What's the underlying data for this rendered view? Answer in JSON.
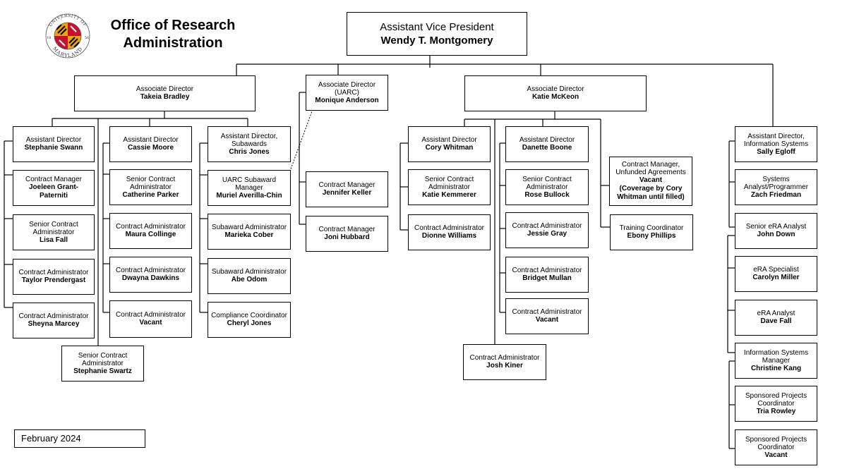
{
  "header": {
    "org_title": "Office of Research\nAdministration",
    "seal_text": "UNIVERSITY OF MARYLAND"
  },
  "footer": {
    "date": "February 2024"
  },
  "colors": {
    "seal_red": "#c8102e",
    "seal_gold": "#e8a317",
    "line": "#000000"
  },
  "chart": {
    "avp": {
      "title": "Assistant Vice President",
      "name": "Wendy T. Montgomery"
    },
    "bradley": {
      "head": {
        "title": "Associate Director",
        "name": "Takeia Bradley"
      },
      "col1": [
        {
          "title": "Assistant Director",
          "name": "Stephanie Swann"
        },
        {
          "title": "Contract Manager",
          "name": "Joeleen Grant-Paterniti"
        },
        {
          "title": "Senior Contract\nAdministrator",
          "name": "Lisa Fall"
        },
        {
          "title": "Contract Administrator",
          "name": "Taylor Prendergast"
        },
        {
          "title": "Contract Administrator",
          "name": "Sheyna Marcey"
        }
      ],
      "col2": [
        {
          "title": "Assistant Director",
          "name": "Cassie Moore"
        },
        {
          "title": "Senior Contract\nAdministrator",
          "name": "Catherine Parker"
        },
        {
          "title": "Contract Administrator",
          "name": "Maura Collinge"
        },
        {
          "title": "Contract Administrator",
          "name": "Dwayna Dawkins"
        },
        {
          "title": "Contract Administrator",
          "name": "Vacant"
        }
      ],
      "col3": [
        {
          "title": "Assistant Director,\nSubawards",
          "name": "Chris Jones"
        },
        {
          "title": "UARC Subaward\nManager",
          "name": "Muriel Averilla-Chin"
        },
        {
          "title": "Subaward Administrator",
          "name": "Marieka Cober"
        },
        {
          "title": "Subaward Administrator",
          "name": "Abe Odom"
        },
        {
          "title": "Compliance Coordinator",
          "name": "Cheryl Jones"
        }
      ],
      "extra": {
        "title": "Senior Contract\nAdministrator",
        "name": "Stephanie Swartz"
      }
    },
    "uarc": {
      "head": {
        "title": "Associate Director\n(UARC)",
        "name": "Monique Anderson"
      },
      "staff": [
        {
          "title": "Contract Manager",
          "name": "Jennifer Keller"
        },
        {
          "title": "Contract Manager",
          "name": "Joni Hubbard"
        }
      ]
    },
    "mckeon": {
      "head": {
        "title": "Associate Director",
        "name": "Katie McKeon"
      },
      "col1": [
        {
          "title": "Assistant Director",
          "name": "Cory Whitman"
        },
        {
          "title": "Senior Contract\nAdministrator",
          "name": "Katie Kemmerer"
        },
        {
          "title": "Contract Administrator",
          "name": "Dionne Williams"
        }
      ],
      "col2": [
        {
          "title": "Assistant Director",
          "name": "Danette Boone"
        },
        {
          "title": "Senior Contract\nAdministrator",
          "name": "Rose Bullock"
        },
        {
          "title": "Contract Administrator",
          "name": "Jessie Gray"
        },
        {
          "title": "Contract Administrator",
          "name": "Bridget Mullan"
        },
        {
          "title": "Contract Administrator",
          "name": "Vacant"
        }
      ],
      "col3": [
        {
          "title": "Contract Manager,\nUnfunded Agreements",
          "name": "Vacant\n(Coverage by Cory\nWhitman until filled)"
        },
        {
          "title": "Training Coordinator",
          "name": "Ebony Phillips"
        }
      ],
      "extra": {
        "title": "Contract Administrator",
        "name": "Josh Kiner"
      }
    },
    "is": {
      "head": {
        "title": "Assistant Director,\nInformation Systems",
        "name": "Sally Egloff"
      },
      "staff": [
        {
          "title": "Systems\nAnalyst/Programmer",
          "name": "Zach Friedman"
        },
        {
          "title": "Senior eRA Analyst",
          "name": "John Down"
        },
        {
          "title": "eRA Specialist",
          "name": "Carolyn Miller"
        },
        {
          "title": "eRA Analyst",
          "name": "Dave Fall"
        },
        {
          "title": "Information Systems\nManager",
          "name": "Christine Kang"
        },
        {
          "title": "Sponsored Projects\nCoordinator",
          "name": "Tria Rowley"
        },
        {
          "title": "Sponsored Projects\nCoordinator",
          "name": "Vacant"
        }
      ]
    }
  }
}
